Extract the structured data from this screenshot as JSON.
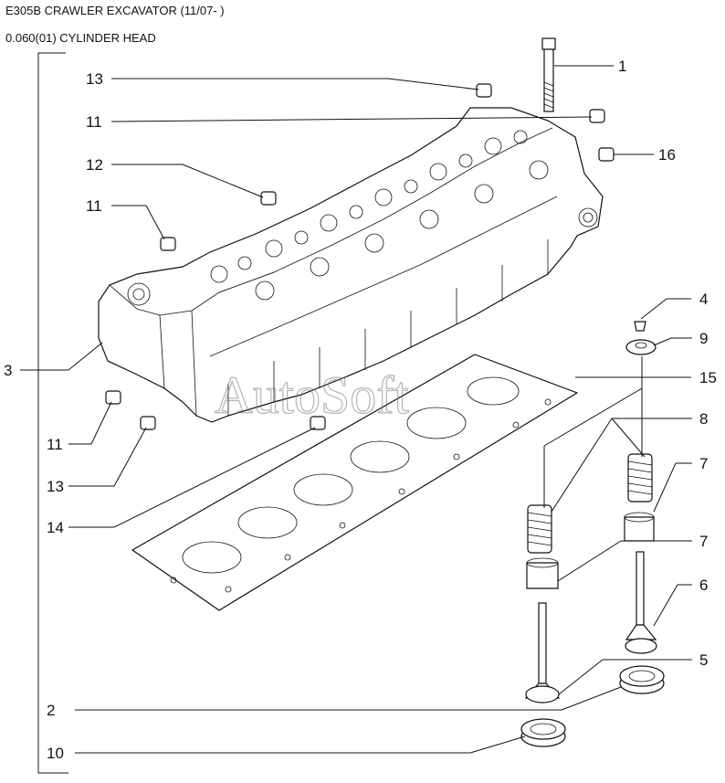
{
  "header": {
    "title": "E305B CRAWLER EXCAVATOR (11/07- )",
    "subtitle": "0.060(01) CYLINDER HEAD"
  },
  "watermark": "AutoSoft",
  "callouts": [
    "1",
    "13",
    "11",
    "16",
    "12",
    "11",
    "3",
    "11",
    "13",
    "14",
    "4",
    "9",
    "15",
    "8",
    "7",
    "7",
    "6",
    "5",
    "2",
    "10"
  ],
  "parts_drawn": [
    "bolt-icon",
    "dowel-icon",
    "cylinder-head-icon",
    "head-gasket-icon",
    "valve-spring-icon",
    "valve-seal-icon",
    "valve-icon",
    "valve-seat-insert-icon",
    "valve-keeper-icon",
    "spring-retainer-icon"
  ]
}
